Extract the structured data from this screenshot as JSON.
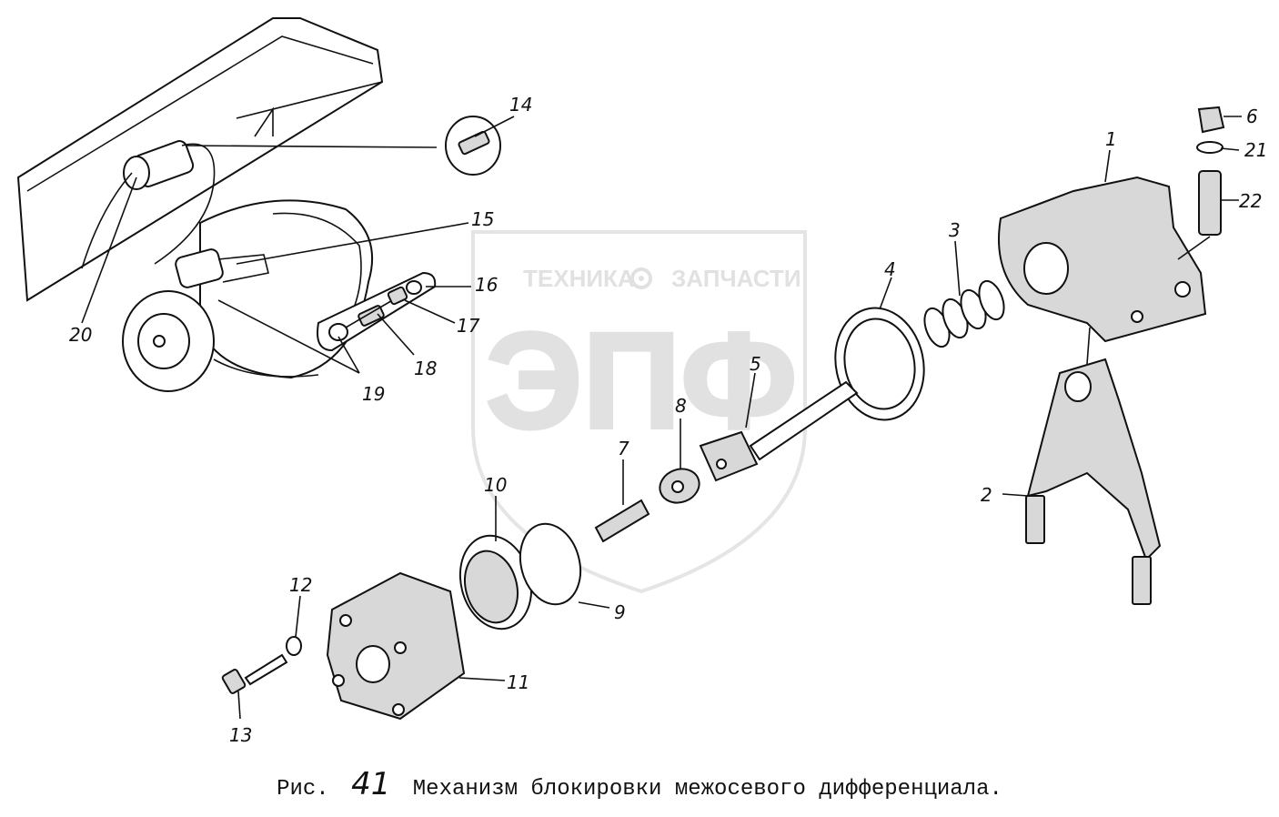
{
  "watermark": {
    "top_text_left": "ТЕХНИКА",
    "top_text_right": "ЗАПЧАСТИ",
    "big_text": "ЭПФ",
    "gear_icon": "gear-icon"
  },
  "labels": {
    "l1": "1",
    "l2": "2",
    "l3": "3",
    "l4": "4",
    "l5": "5",
    "l6": "6",
    "l7": "7",
    "l8": "8",
    "l9": "9",
    "l10": "10",
    "l11": "11",
    "l12": "12",
    "l13": "13",
    "l14": "14",
    "l15": "15",
    "l16": "16",
    "l17": "17",
    "l18": "18",
    "l19": "19",
    "l20": "20",
    "l21": "21",
    "l22": "22"
  },
  "caption": {
    "prefix": "Рис.",
    "number": "41",
    "title": "Механизм блокировки межосевого дифференциала."
  }
}
